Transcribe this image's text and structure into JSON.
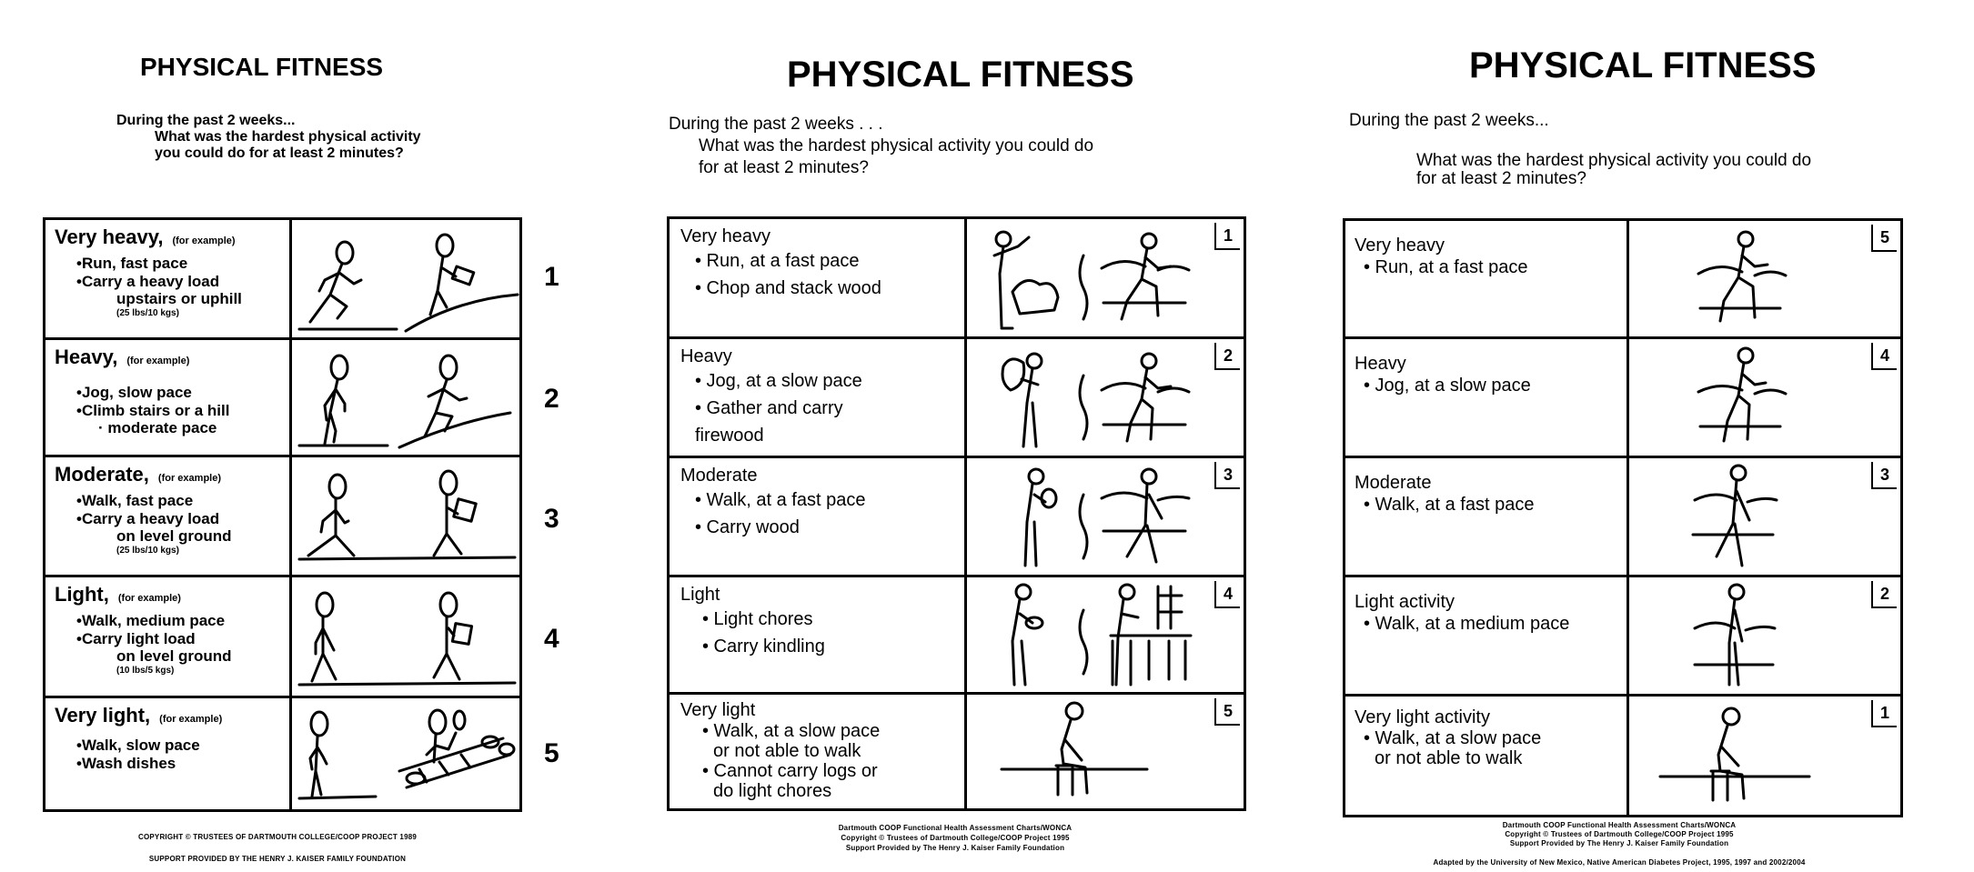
{
  "panels": [
    {
      "id": "left",
      "title": "PHYSICAL FITNESS",
      "question_lead": "During the past 2 weeks...",
      "question_line1": "What was the hardest physical activity",
      "question_line2": "you could do for at least 2 minutes?",
      "rows": [
        {
          "level": "Very heavy,",
          "example_tag": "(for example)",
          "bullets": [
            "•Run, fast pace",
            "•Carry a heavy load",
            "      upstairs or uphill"
          ],
          "note": "(25 lbs/10 kgs)",
          "score": "1",
          "pictogram": "stick-figure-run-and-carry-uphill"
        },
        {
          "level": "Heavy,",
          "example_tag": "(for example)",
          "bullets": [
            "•Jog, slow pace",
            "•Climb stairs or a hill",
            "    · moderate pace"
          ],
          "note": "",
          "score": "2",
          "pictogram": "stick-figure-jog-and-climb"
        },
        {
          "level": "Moderate,",
          "example_tag": "(for example)",
          "bullets": [
            "•Walk, fast pace",
            "•Carry a heavy load",
            "      on level ground"
          ],
          "note": "(25 lbs/10 kgs)",
          "score": "3",
          "pictogram": "stick-figure-walk-fast-carry"
        },
        {
          "level": "Light,",
          "example_tag": "(for example)",
          "bullets": [
            "•Walk, medium pace",
            "•Carry light load",
            "      on level ground"
          ],
          "note": "(10 lbs/5 kgs)",
          "score": "4",
          "pictogram": "stick-figure-walk-medium-carry"
        },
        {
          "level": "Very light,",
          "example_tag": "(for example)",
          "bullets": [
            "•Walk, slow pace",
            "•Wash dishes"
          ],
          "note": "",
          "score": "5",
          "pictogram": "stick-figure-stand-and-wash-dishes"
        }
      ],
      "footer_line1": "COPYRIGHT © TRUSTEES OF DARTMOUTH COLLEGE/COOP PROJECT 1989",
      "footer_line2": "SUPPORT PROVIDED BY THE HENRY J. KAISER FAMILY FOUNDATION"
    },
    {
      "id": "middle",
      "title": "PHYSICAL FITNESS",
      "question_lead": "During the past 2 weeks . . .",
      "question_line1": "What was the hardest physical activity you could do",
      "question_line2": "for at least 2 minutes?",
      "rows": [
        {
          "level": "Very heavy",
          "bullets": [
            "• Run, at a fast pace",
            "• Chop and stack wood"
          ],
          "score": "1",
          "pictogram": "woman-chopping-wood-and-running"
        },
        {
          "level": "Heavy",
          "bullets": [
            "• Jog, at a slow pace",
            "• Gather and carry",
            "  firewood"
          ],
          "score": "2",
          "pictogram": "woman-carrying-firewood-and-jogging"
        },
        {
          "level": "Moderate",
          "bullets": [
            "• Walk, at a fast pace",
            "• Carry wood"
          ],
          "score": "3",
          "pictogram": "woman-carrying-wood-and-walking"
        },
        {
          "level": "Light",
          "bullets": [
            "• Light chores",
            "• Carry kindling"
          ],
          "score": "4",
          "pictogram": "woman-carrying-kindling-and-doing-chores"
        },
        {
          "level": "Very light",
          "bullets": [
            "• Walk, at a slow pace",
            "  or not able to walk",
            "• Cannot carry logs or",
            "  do light chores"
          ],
          "score": "5",
          "pictogram": "woman-sitting-on-stool"
        }
      ],
      "footer_line1": "Dartmouth COOP Functional Health Assessment Charts/WONCA",
      "footer_line2": "Copyright © Trustees of Dartmouth College/COOP Project 1995",
      "footer_line3": "Support Provided by The Henry J. Kaiser Family Foundation"
    },
    {
      "id": "right",
      "title": "PHYSICAL FITNESS",
      "question_lead": "During the past 2 weeks...",
      "question_line1": "What was the hardest physical activity you could do",
      "question_line2": " for at least 2 minutes?",
      "rows": [
        {
          "level": "Very heavy",
          "bullets": [
            "• Run, at a fast pace"
          ],
          "score": "5",
          "pictogram": "woman-running"
        },
        {
          "level": "Heavy",
          "bullets": [
            "• Jog, at a slow pace"
          ],
          "score": "4",
          "pictogram": "woman-jogging"
        },
        {
          "level": "Moderate",
          "bullets": [
            "• Walk, at a fast pace"
          ],
          "score": "3",
          "pictogram": "woman-walking-fast"
        },
        {
          "level": "Light activity",
          "bullets": [
            "• Walk, at a medium pace"
          ],
          "score": "2",
          "pictogram": "woman-walking-medium"
        },
        {
          "level": "Very light activity",
          "bullets": [
            "• Walk, at a slow pace",
            "  or not able to walk"
          ],
          "score": "1",
          "pictogram": "woman-sitting-on-stool"
        }
      ],
      "footer_line1": "Dartmouth COOP Functional Health Assessment Charts/WONCA",
      "footer_line2": "Copyright © Trustees of Dartmouth College/COOP Project 1995",
      "footer_line3": "Support Provided by The Henry J. Kaiser Family Foundation",
      "footer_line4": "Adapted by the University of New Mexico, Native American Diabetes Project, 1995, 1997 and 2002/2004"
    }
  ]
}
